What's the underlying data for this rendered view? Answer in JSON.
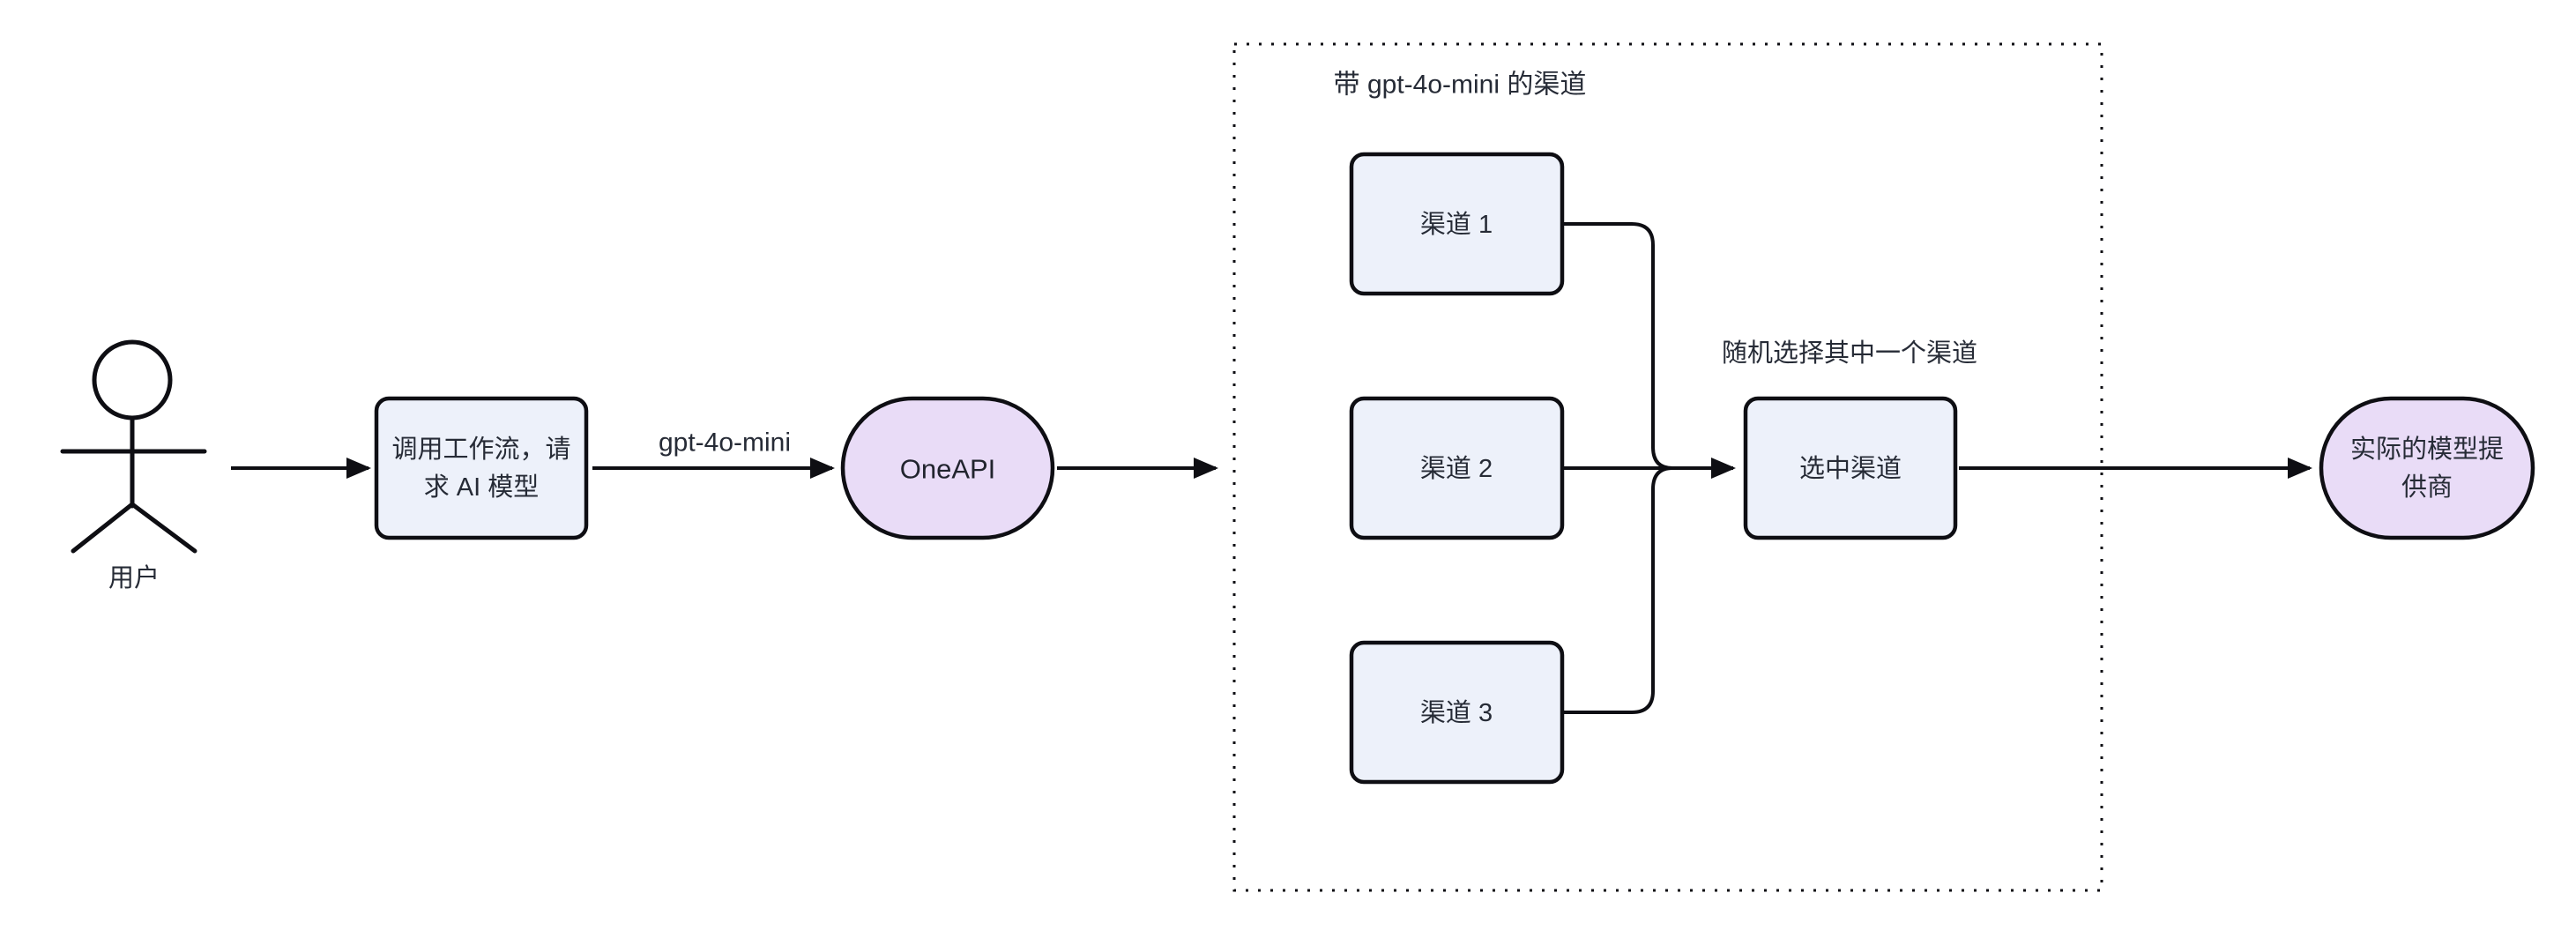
{
  "diagram": {
    "actor": {
      "label": "用户"
    },
    "nodes": {
      "workflow": {
        "lines": [
          "调用工作流，请",
          "求 AI 模型"
        ]
      },
      "oneapi": {
        "label": "OneAPI"
      },
      "channel1": {
        "label": "渠道 1"
      },
      "channel2": {
        "label": "渠道 2"
      },
      "channel3": {
        "label": "渠道 3"
      },
      "selected": {
        "label": "选中渠道"
      },
      "provider": {
        "lines": [
          "实际的模型提",
          "供商"
        ]
      }
    },
    "subgraph": {
      "title": "带 gpt-4o-mini 的渠道"
    },
    "edges": {
      "model_label": "gpt-4o-mini",
      "random_label": "随机选择其中一个渠道"
    },
    "colors": {
      "background": "#ffffff",
      "rect_fill": "#EDF1FA",
      "stadium_fill": "#E9DCF7",
      "stroke": "#0e0e13",
      "text": "#262b36"
    }
  }
}
